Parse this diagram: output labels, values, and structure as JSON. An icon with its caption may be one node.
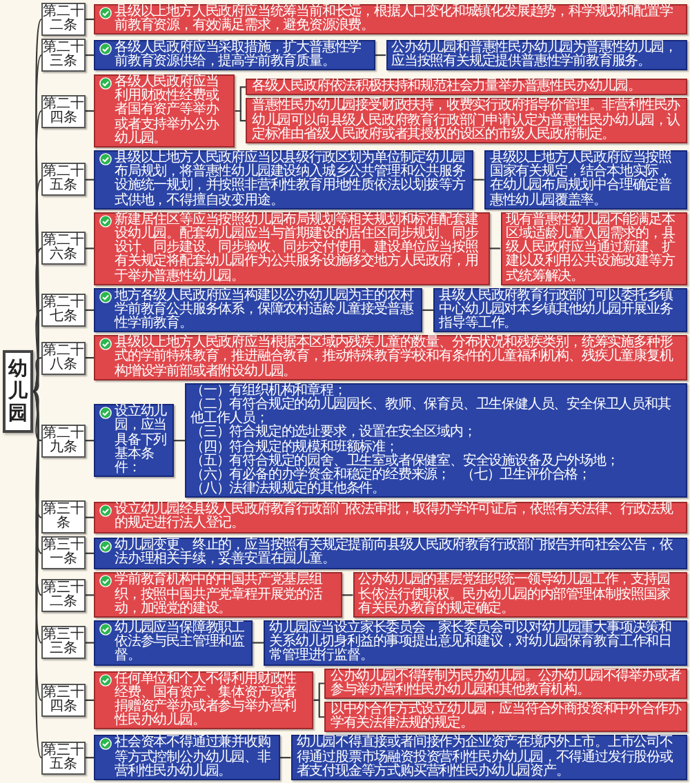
{
  "diagram": {
    "nodes": [
      {
        "text": [
          "幼儿园"
        ]
      },
      {
        "text": [
          "第二十二条"
        ]
      },
      {
        "text": [
          "县级以上地方人民政府应当统筹当前和长远，根据人口变化和城镇化发展趋势，科学规划和配置学前教育资源，有效满足需求，避免资源浪费。"
        ]
      },
      {
        "text": [
          "第二十三条"
        ]
      },
      {
        "text": [
          "各级人民政府应当采取措施，扩大普惠性学前教育资源供给，提高学前教育质量。"
        ]
      },
      {
        "text": [
          "公办幼儿园和普惠性民办幼儿园为普惠性幼儿园，应当按照有关规定提供普惠性学前教育服务。"
        ]
      },
      {
        "text": [
          "第二十四条"
        ]
      },
      {
        "text": [
          "各级人民政府应当利用财政性经费或者国有资产等举办或者支持举办公办幼儿园。"
        ]
      },
      {
        "text": [
          "各级人民政府依法积极扶持和规范社会力量举办普惠性民办幼儿园。"
        ]
      },
      {
        "text": [
          "普惠性民办幼儿园接受财政扶持，收费实行政府指导价管理。非营利性民办幼儿园可以向县级人民政府教育行政部门申请认定为普惠性民办幼儿园，认定标准由省级人民政府或者其授权的设区的市级人民政府制定。"
        ]
      },
      {
        "text": [
          "第二十五条"
        ]
      },
      {
        "text": [
          "县级以上地方人民政府应当以县级行政区划为单位制定幼儿园布局规划，将普惠性幼儿园建设纳入城乡公共管理和公共服务设施统一规划，并按照非营利性教育用地性质依法以划拨等方式供地，不得擅自改变用途。"
        ]
      },
      {
        "text": [
          "县级以上地方人民政府应当按照国家有关规定，结合本地实际，在幼儿园布局规划中合理确定普惠性幼儿园覆盖率。"
        ]
      },
      {
        "text": [
          "第二十六条"
        ]
      },
      {
        "text": [
          "新建居住区等应当按照幼儿园布局规划等相关规划和标准配套建设幼儿园。配套幼儿园应当与首期建设的居住区同步规划、同步设计、同步建设、同步验收、同步交付使用。建设单位应当按照有关规定将配套幼儿园作为公共服务设施移交地方人民政府，用于举办普惠性幼儿园。"
        ]
      },
      {
        "text": [
          "现有普惠性幼儿园不能满足本区域适龄儿童入园需求的，县级人民政府应当通过新建、扩建以及利用公共设施改建等方式统筹解决。"
        ]
      },
      {
        "text": [
          "第二十七条"
        ]
      },
      {
        "text": [
          "地方各级人民政府应当构建以公办幼儿园为主的农村学前教育公共服务体系，保障农村适龄儿童接受普惠性学前教育。"
        ]
      },
      {
        "text": [
          "县级人民政府教育行政部门可以委托乡镇中心幼儿园对本乡镇其他幼儿园开展业务指导等工作。"
        ]
      },
      {
        "text": [
          "第二十八条"
        ]
      },
      {
        "text": [
          "县级以上地方人民政府应当根据本区域内残疾儿童的数量、分布状况和残疾类别，统筹实施多种形式的学前特殊教育，推进融合教育，推动特殊教育学校和有条件的儿童福利机构、残疾儿童康复机构增设学前部或者附设幼儿园。"
        ]
      },
      {
        "text": [
          "第二十九条"
        ]
      },
      {
        "text": [
          "设立幼儿园，应当具备下列基本条件："
        ]
      },
      {
        "text": [
          "（一）有组织机构和章程；",
          "（二）有符合规定的幼儿园园长、教师、保育员、卫生保健人员、安全保卫人员和其他工作人员；",
          "（三）符合规定的选址要求，设置在安全区域内；",
          "（四）符合规定的规模和班额标准；",
          "（五）有符合规定的园舍、卫生室或者保健室、安全设施设备及户外场地；",
          "（六）有必备的办学资金和稳定的经费来源；",
          "（七）卫生评价合格；",
          "（八）法律法规规定的其他条件。"
        ]
      },
      {
        "text": [
          "第三十条"
        ]
      },
      {
        "text": [
          "设立幼儿园经县级人民政府教育行政部门依法审批，取得办学许可证后，依照有关法律、行政法规的规定进行法人登记。"
        ]
      },
      {
        "text": [
          "第三十一条"
        ]
      },
      {
        "text": [
          "幼儿园变更、终止的，应当按照有关规定提前向县级人民政府教育行政部门报告并向社会公告，依法办理相关手续，妥善安置在园儿童。"
        ]
      },
      {
        "text": [
          "第三十二条"
        ]
      },
      {
        "text": [
          "学前教育机构中的中国共产党基层组织，按照中国共产党章程开展党的活动，加强党的建设。"
        ]
      },
      {
        "text": [
          "公办幼儿园的基层党组织统一领导幼儿园工作，支持园长依法行使职权。民办幼儿园的内部管理体制按照国家有关民办教育的规定确定。"
        ]
      },
      {
        "text": [
          "第三十三条"
        ]
      },
      {
        "text": [
          "幼儿园应当保障教职工依法参与民主管理和监督。"
        ]
      },
      {
        "text": [
          "幼儿园应当设立家长委员会，家长委员会可以对幼儿园重大事项决策和关系幼儿切身利益的事项提出意见和建议，对幼儿园保育教育工作和日常管理进行监督。"
        ]
      },
      {
        "text": [
          "第三十四条"
        ]
      },
      {
        "text": [
          "任何单位和个人不得利用财政性经费、国有资产、集体资产或者捐赠资产举办或者参与举办营利性民办幼儿园。"
        ]
      },
      {
        "text": [
          "公办幼儿园不得转制为民办幼儿园。公办幼儿园不得举办或者参与举办营利性民办幼儿园和其他教育机构。"
        ]
      },
      {
        "text": [
          "以中外合作方式设立幼儿园，应当符合外商投资和中外合作办学有关法律法规的规定。"
        ]
      },
      {
        "text": [
          "第三十五条"
        ]
      },
      {
        "text": [
          "社会资本不得通过兼并收购等方式控制公办幼儿园、非营利性民办幼儿园。"
        ]
      },
      {
        "text": [
          "幼儿园不得直接或者间接作为企业资产在境内外上市。上市公司不得通过股票市场融资投资营利性民办幼儿园，不得通过发行股份或者支付现金等方式购买营利性民办幼儿园资产。"
        ]
      }
    ],
    "edges": [
      {
        "from": 0,
        "to": 1,
        "arrow": "none"
      },
      {
        "from": 1,
        "to": 2,
        "arrow": "none"
      },
      {
        "from": 0,
        "to": 3,
        "arrow": "none"
      },
      {
        "from": 3,
        "to": 4,
        "arrow": "none"
      },
      {
        "from": 4,
        "to": 5,
        "arrow": "none"
      },
      {
        "from": 0,
        "to": 6,
        "arrow": "none"
      },
      {
        "from": 6,
        "to": 7,
        "arrow": "none"
      },
      {
        "from": 7,
        "to": 8,
        "arrow": "none"
      },
      {
        "from": 7,
        "to": 9,
        "arrow": "none"
      },
      {
        "from": 0,
        "to": 10,
        "arrow": "none"
      },
      {
        "from": 10,
        "to": 11,
        "arrow": "none"
      },
      {
        "from": 11,
        "to": 12,
        "arrow": "none"
      },
      {
        "from": 0,
        "to": 13,
        "arrow": "none"
      },
      {
        "from": 13,
        "to": 14,
        "arrow": "none"
      },
      {
        "from": 14,
        "to": 15,
        "arrow": "none"
      },
      {
        "from": 0,
        "to": 16,
        "arrow": "none"
      },
      {
        "from": 16,
        "to": 17,
        "arrow": "none"
      },
      {
        "from": 17,
        "to": 18,
        "arrow": "none"
      },
      {
        "from": 0,
        "to": 19,
        "arrow": "none"
      },
      {
        "from": 19,
        "to": 20,
        "arrow": "none"
      },
      {
        "from": 0,
        "to": 21,
        "arrow": "none"
      },
      {
        "from": 21,
        "to": 22,
        "arrow": "none"
      },
      {
        "from": 22,
        "to": 23,
        "arrow": "none"
      },
      {
        "from": 0,
        "to": 24,
        "arrow": "none"
      },
      {
        "from": 24,
        "to": 25,
        "arrow": "none"
      },
      {
        "from": 0,
        "to": 26,
        "arrow": "none"
      },
      {
        "from": 26,
        "to": 27,
        "arrow": "none"
      },
      {
        "from": 0,
        "to": 28,
        "arrow": "none"
      },
      {
        "from": 28,
        "to": 29,
        "arrow": "none"
      },
      {
        "from": 29,
        "to": 30,
        "arrow": "none"
      },
      {
        "from": 0,
        "to": 31,
        "arrow": "none"
      },
      {
        "from": 31,
        "to": 32,
        "arrow": "none"
      },
      {
        "from": 32,
        "to": 33,
        "arrow": "none"
      },
      {
        "from": 0,
        "to": 34,
        "arrow": "none"
      },
      {
        "from": 34,
        "to": 35,
        "arrow": "none"
      },
      {
        "from": 35,
        "to": 36,
        "arrow": "none"
      },
      {
        "from": 35,
        "to": 37,
        "arrow": "none"
      },
      {
        "from": 0,
        "to": 38,
        "arrow": "none"
      },
      {
        "from": 38,
        "to": 39,
        "arrow": "none"
      },
      {
        "from": 39,
        "to": 40,
        "arrow": "none"
      }
    ]
  }
}
